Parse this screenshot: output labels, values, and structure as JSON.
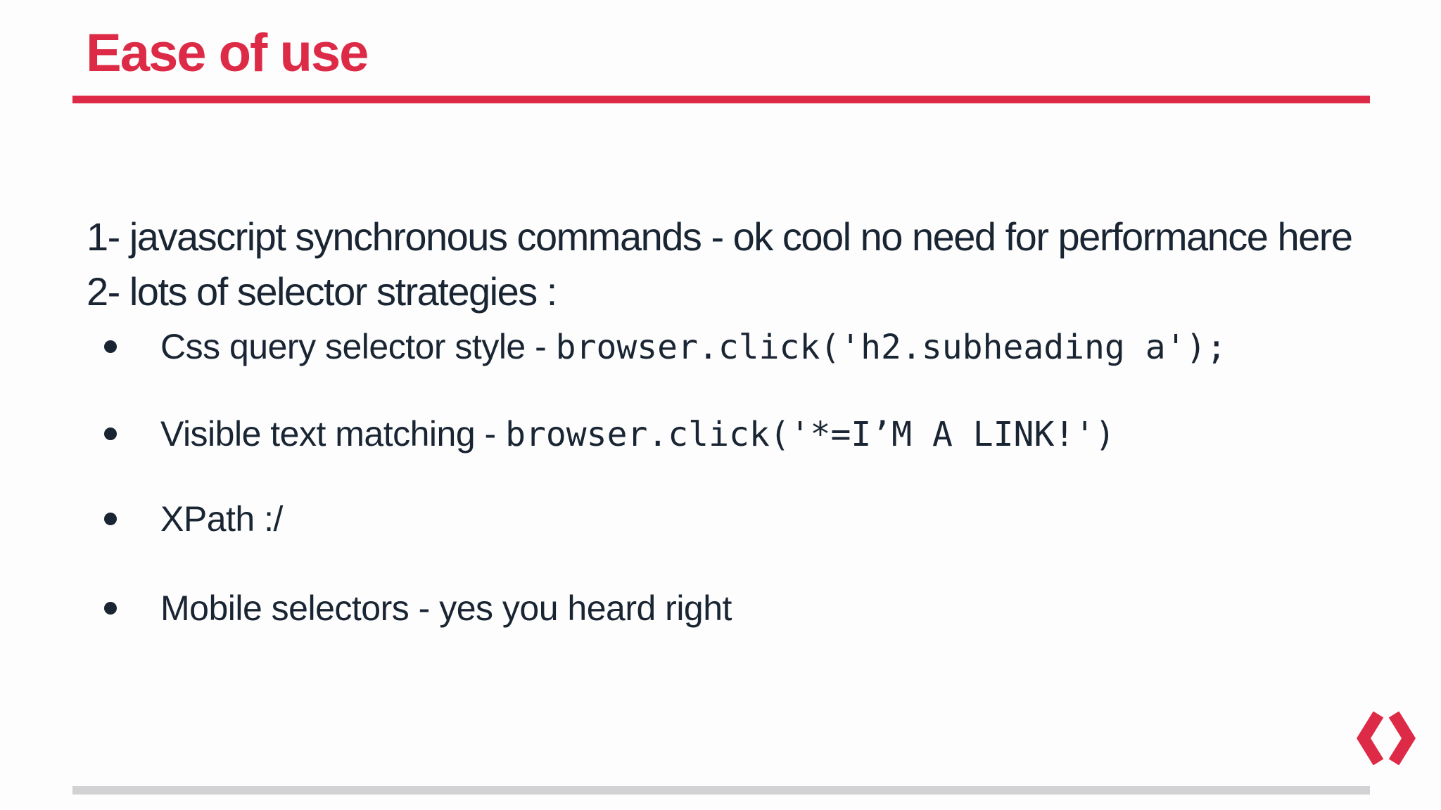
{
  "slide": {
    "title": "Ease of use",
    "accent_color": "#dd2b47",
    "text_color": "#1a2533",
    "footer_bar_color": "#d2d2d5",
    "numbered_lines": [
      {
        "text": "1- javascript synchronous commands - ok cool no need for performance here"
      },
      {
        "text": "2- lots of selector strategies :"
      }
    ],
    "bullets": [
      {
        "label": "Css query selector style - ",
        "code": "browser.click('h2.subheading a');"
      },
      {
        "label": "Visible text matching - ",
        "code": "browser.click('*=I’M A LINK!')"
      },
      {
        "label": "XPath :/",
        "code": ""
      },
      {
        "label": "Mobile selectors - yes you heard right",
        "code": ""
      }
    ],
    "logo": "code-brackets"
  }
}
